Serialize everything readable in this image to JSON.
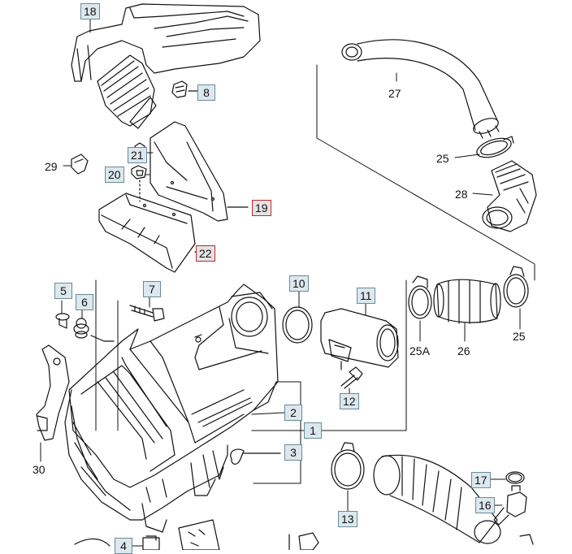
{
  "diagram": {
    "labels": {
      "l1": "1",
      "l2": "2",
      "l3": "3",
      "l4": "4",
      "l5": "5",
      "l6": "6",
      "l7": "7",
      "l8": "8",
      "l10": "10",
      "l11": "11",
      "l12": "12",
      "l13": "13",
      "l16": "16",
      "l17": "17",
      "l18": "18",
      "l19": "19",
      "l20": "20",
      "l21": "21",
      "l22": "22",
      "l25a": "25",
      "l25b": "25",
      "l25A": "25A",
      "l26": "26",
      "l27": "27",
      "l28": "28",
      "l29": "29",
      "l30": "30"
    },
    "colors": {
      "line": "#111111",
      "label_box_border": "#6a8a9a",
      "label_box_fill": "#dce8ee",
      "highlight_border": "#c0262d"
    }
  }
}
